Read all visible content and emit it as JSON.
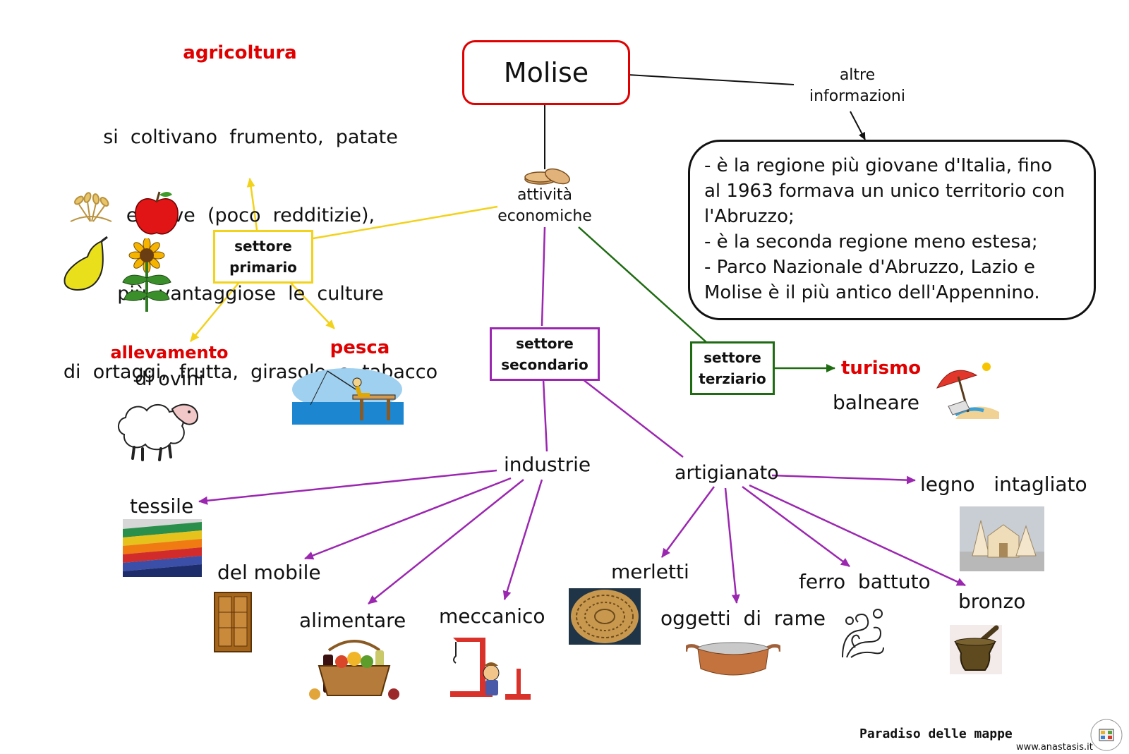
{
  "root": {
    "label": "Molise"
  },
  "links_labels": {
    "other_info": "altre\ninformazioni",
    "economic": "attività\neconomiche"
  },
  "info_box": {
    "lines": [
      "- è la regione più giovane d'Italia, fino",
      "al 1963 formava un unico territorio con",
      "l'Abruzzo;",
      "- è la seconda regione meno estesa;",
      "- Parco Nazionale d'Abruzzo, Lazio e",
      "Molise è il più antico dell'Appennino."
    ]
  },
  "primary": {
    "label": "settore\nprimario",
    "agriculture": {
      "title": "agricoltura",
      "lines": [
        "si  coltivano  frumento,  patate",
        "e  olive  (poco  redditizie),",
        "più  vantaggiose  le  culture",
        "di  ortaggi,  frutta,  girasole  e  tabacco"
      ]
    },
    "breeding": {
      "title": "allevamento",
      "text": "di ovini"
    },
    "fishing": {
      "title": "pesca"
    }
  },
  "secondary": {
    "label": "settore\nsecondario",
    "industry": {
      "label": "industrie",
      "items": [
        "tessile",
        "del  mobile",
        "alimentare",
        "meccanico"
      ]
    },
    "crafts": {
      "label": "artigianato",
      "items": [
        "legno   intagliato",
        "merletti",
        "oggetti  di  rame",
        "ferro  battuto",
        "bronzo"
      ]
    }
  },
  "tertiary": {
    "label": "settore\nterziario",
    "tourism": {
      "title": "turismo",
      "text": "balneare"
    }
  },
  "footer": {
    "brand": "Paradiso delle mappe",
    "site": "www.anastasis.it"
  },
  "colors": {
    "root_border": "#e00000",
    "primary": "#f2d21b",
    "secondary": "#9b27b0",
    "tertiary": "#1e6b12",
    "red_title": "#e00000"
  }
}
